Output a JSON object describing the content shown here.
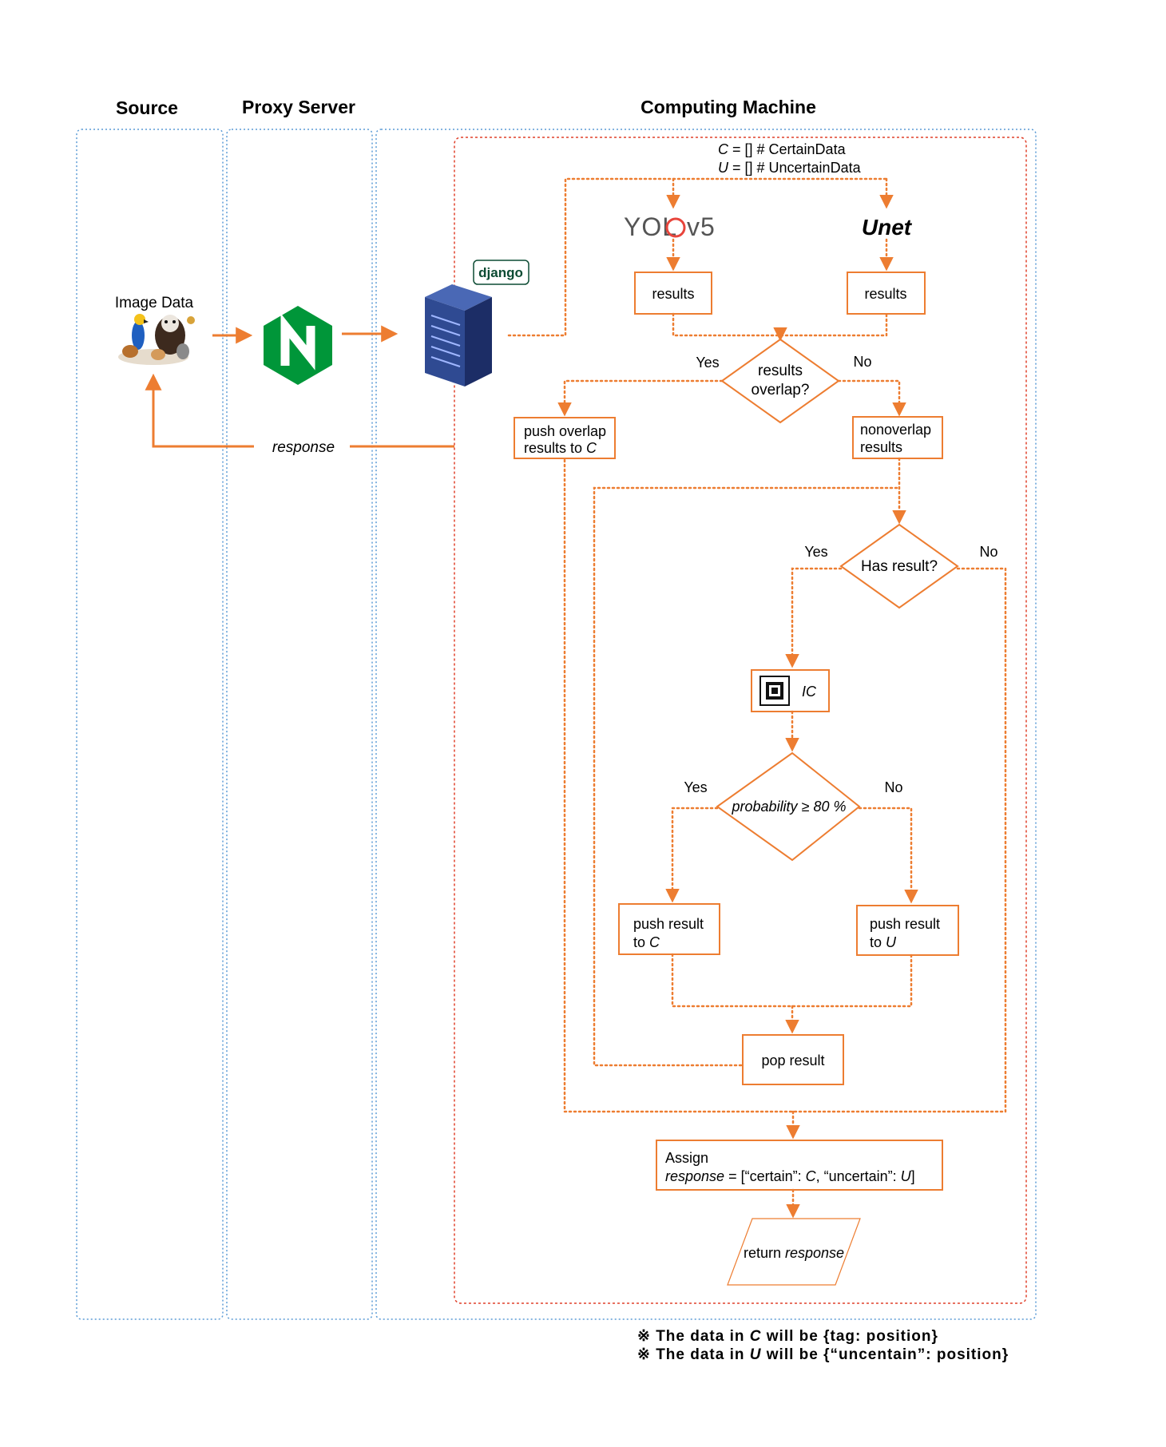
{
  "lanes": {
    "source": "Source",
    "proxy": "Proxy Server",
    "computing": "Computing Machine"
  },
  "init": {
    "line1_var": "C",
    "line1_rest": " = []  # CertainData",
    "line2_var": "U",
    "line2_rest": " = []  # UncertainData"
  },
  "icons": {
    "source_image": "animals-photo-icon",
    "proxy": "nginx-logo-icon",
    "server": "server-rack-icon",
    "framework": "django-logo-icon",
    "chip": "chip-icon"
  },
  "labels": {
    "image_data": "Image Data",
    "response": "response",
    "django": "django",
    "yolo_prefix": "YOL",
    "yolo_suffix": "v5",
    "unet": "Unet",
    "results_left": "results",
    "results_right": "results",
    "overlap_q_line1": "results",
    "overlap_q_line2": "overlap?",
    "yes_1": "Yes",
    "no_1": "No",
    "push_overlap_line1": "push overlap",
    "push_overlap_line2": "results to ",
    "push_overlap_var": "C",
    "nonoverlap_line1": "nonoverlap",
    "nonoverlap_line2": "results",
    "has_result": "Has result?",
    "yes_2": "Yes",
    "no_2": "No",
    "ic": "IC",
    "prob": "probability  ≥  80 %",
    "yes_3": "Yes",
    "no_3": "No",
    "push_c_line1": "push result",
    "push_c_line2": "to ",
    "push_c_var": "C",
    "push_u_line1": "push result",
    "push_u_line2": "to ",
    "push_u_var": "U",
    "pop_result": "pop result",
    "assign_line1": "Assign",
    "assign_resp": "response",
    "assign_mid1": " = [“certain”: ",
    "assign_c": "C",
    "assign_mid2": ", “uncertain”: ",
    "assign_u": "U",
    "assign_end": "]",
    "return_word": "return ",
    "return_resp": "response"
  },
  "notes": {
    "note1_pre": "※  The  data  in  ",
    "note1_var": "C",
    "note1_post": "  will  be  {tag:  position}",
    "note2_pre": "※  The  data  in  ",
    "note2_var": "U",
    "note2_post": "  will  be  {“uncentain”:  position}"
  },
  "colors": {
    "flow": "#ED7D31",
    "lane_border": "#5B9BD5",
    "machine_border": "#E0402A",
    "nginx": "#009639",
    "django": "#0C4B33",
    "server": "#2B3E7A",
    "yolo_ring": "#E8453C"
  }
}
